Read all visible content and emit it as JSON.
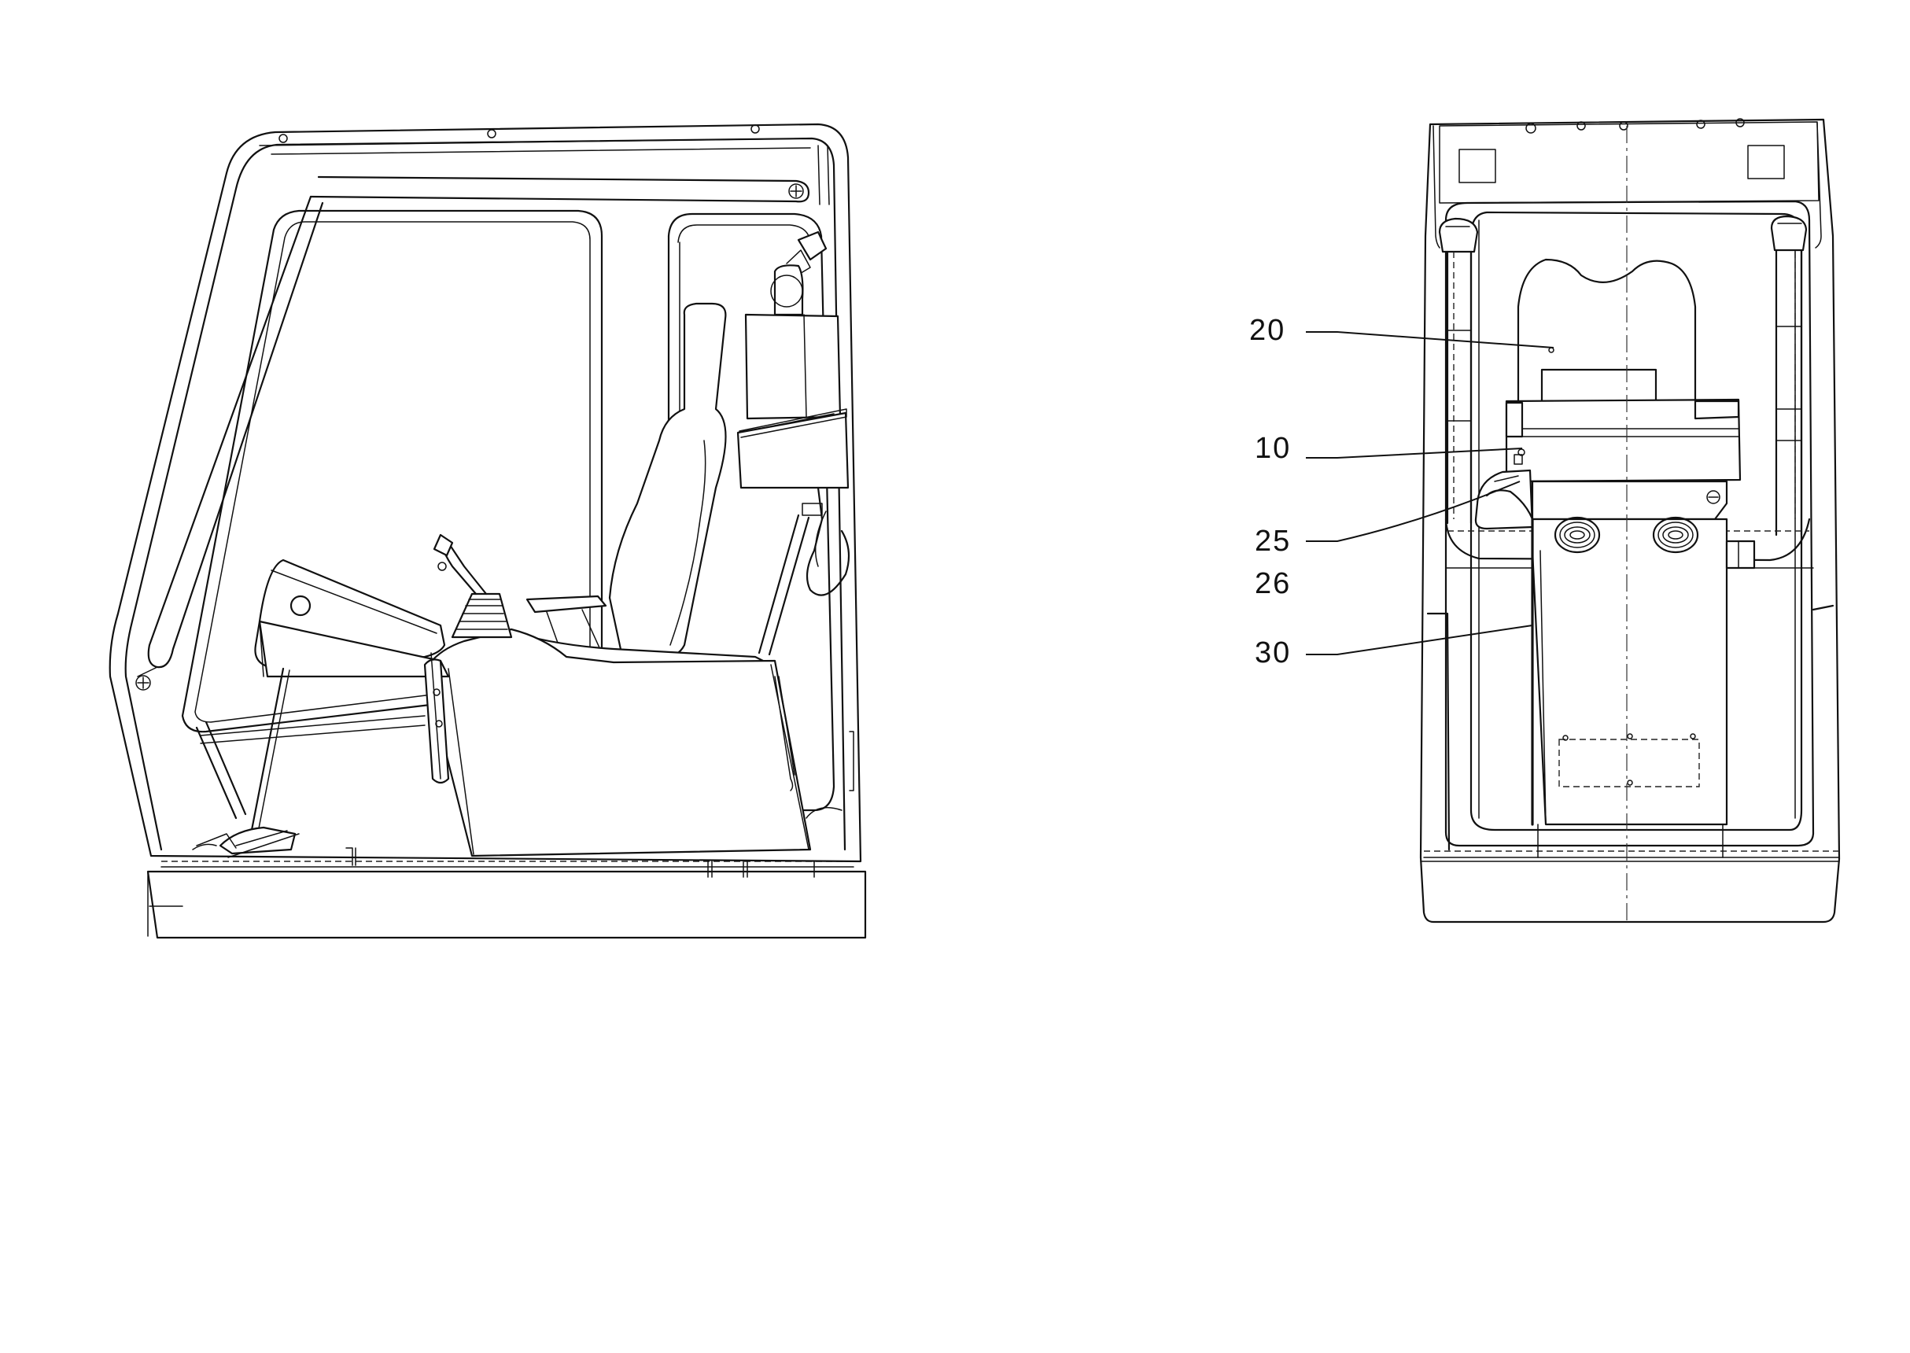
{
  "diagram": {
    "callouts": [
      {
        "id": "20",
        "label": "20"
      },
      {
        "id": "10",
        "label": "10"
      },
      {
        "id": "25",
        "label": "25"
      },
      {
        "id": "26",
        "label": "26"
      },
      {
        "id": "30",
        "label": "30"
      }
    ]
  }
}
